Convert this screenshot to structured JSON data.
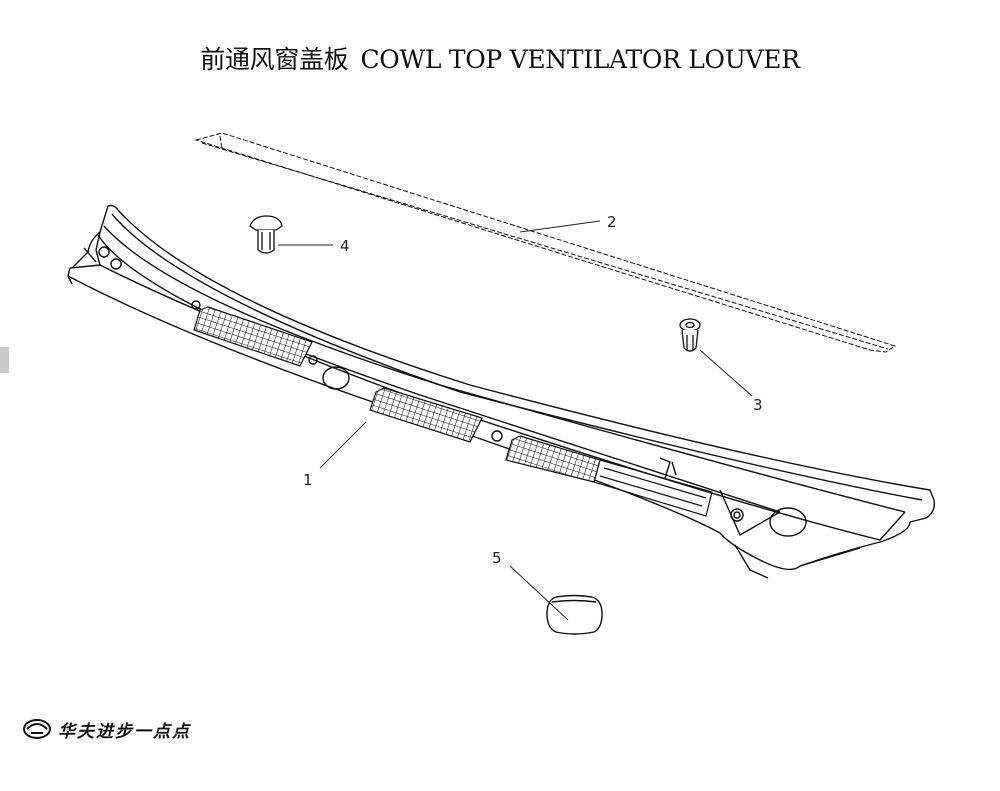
{
  "title": {
    "chinese": "前通风窗盖板",
    "english": "COWL TOP VENTILATOR LOUVER"
  },
  "callouts": [
    {
      "id": "cowl-panel",
      "number": "1"
    },
    {
      "id": "seal-strip",
      "number": "2"
    },
    {
      "id": "clip",
      "number": "3"
    },
    {
      "id": "retainer",
      "number": "4"
    },
    {
      "id": "cap",
      "number": "5"
    }
  ],
  "footer": {
    "brand_name": "华夫进步一点点",
    "logo_icon": "brand-emblem-icon"
  },
  "colors": {
    "line": "#111111",
    "text": "#111111",
    "background": "#ffffff"
  }
}
